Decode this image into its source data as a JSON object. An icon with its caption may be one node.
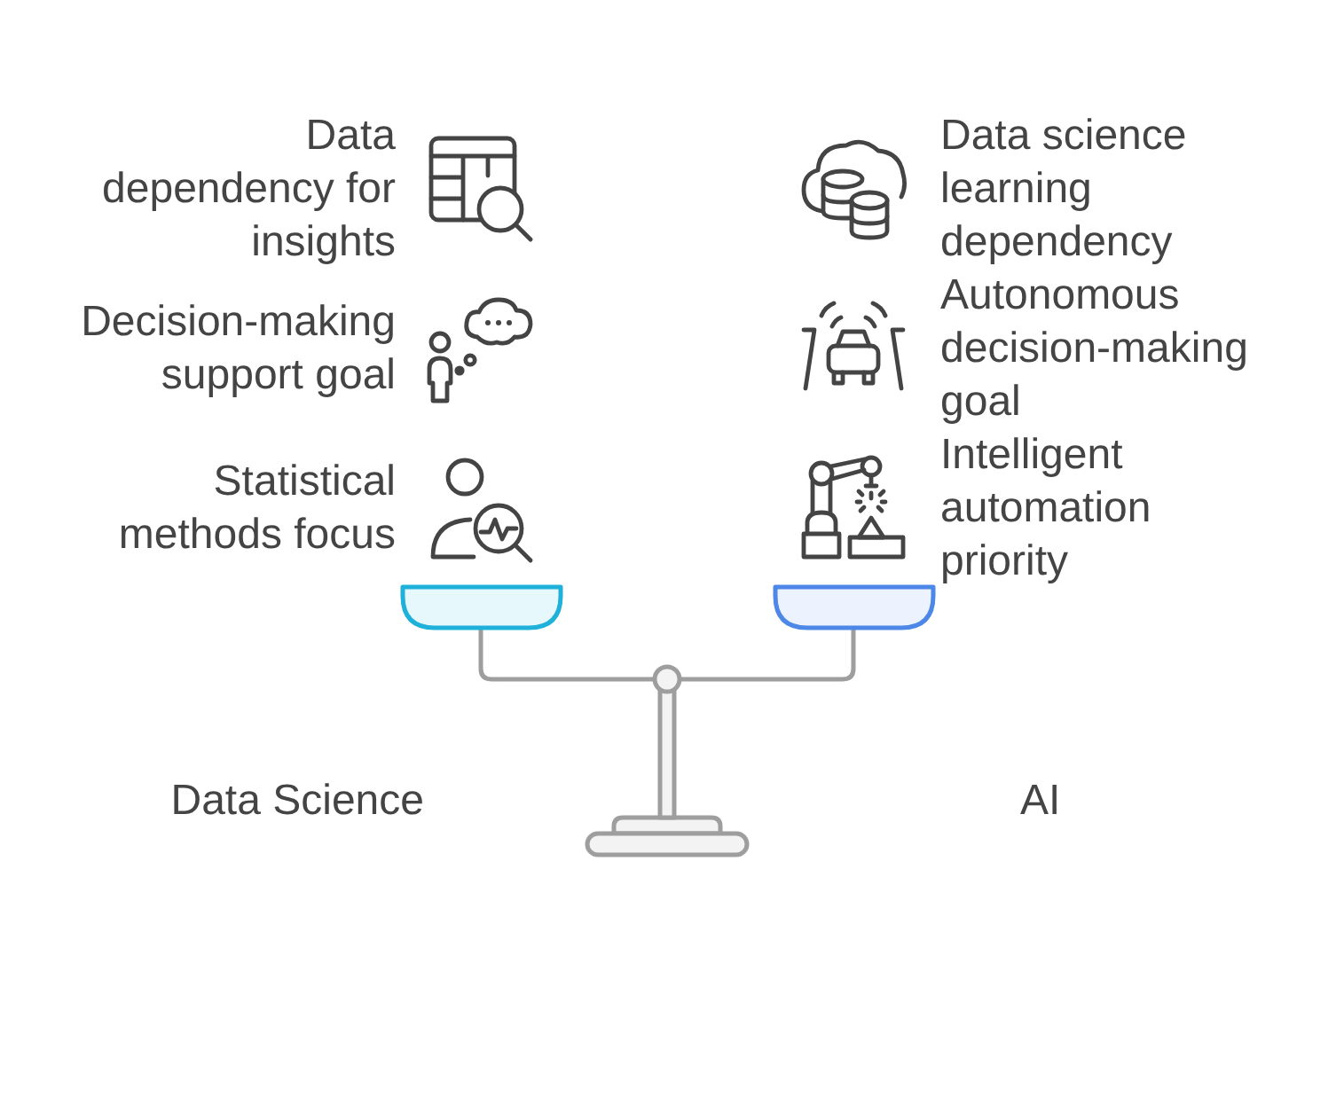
{
  "diagram": {
    "labels": [
      "Data dependency for insights",
      "Data science learning dependency",
      "Decision-making support goal",
      "Autonomous decision-making goal",
      "Statistical methods focus",
      "Intelligent automation priority",
      "Data Science",
      "AI"
    ]
  }
}
